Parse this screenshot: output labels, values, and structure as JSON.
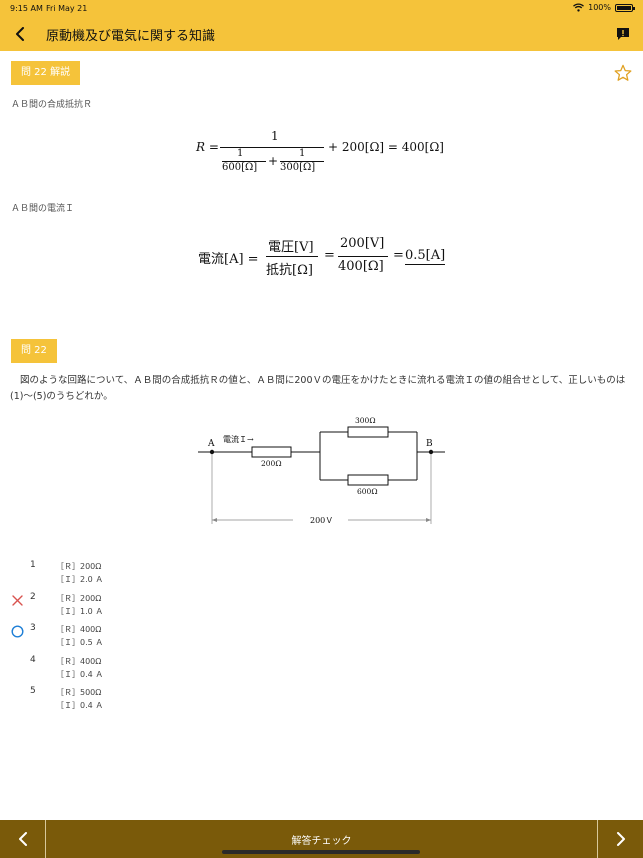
{
  "status": {
    "time": "9:15 AM",
    "date": "Fri May 21",
    "battery": "100%"
  },
  "nav": {
    "title": "原動機及び電気に関する知識"
  },
  "explanation": {
    "tag": "問 22 解説",
    "resistance_heading": "ＡＢ間の合成抵抗Ｒ",
    "current_heading": "ＡＢ間の電流Ｉ",
    "eq1": {
      "lhs": "R =",
      "num": "1",
      "sub1_num": "1",
      "sub1_den": "600[Ω]",
      "plus": "+",
      "sub2_num": "1",
      "sub2_den": "300[Ω]",
      "tail": "+ 200[Ω] = 400[Ω]"
    },
    "eq2": {
      "lhs": "電流[A] =",
      "f1_num": "電圧[V]",
      "f1_den": "抵抗[Ω]",
      "eq": "=",
      "f2_num": "200[V]",
      "f2_den": "400[Ω]",
      "eq2": "=",
      "result": "0.5[A]"
    }
  },
  "question": {
    "tag": "問 22",
    "text": "図のような回路について、ＡＢ間の合成抵抗Ｒの値と、ＡＢ間に200Ｖの電圧をかけたときに流れる電流Ｉの値の組合せとして、正しいものは(1)〜(5)のうちどれか。"
  },
  "circuit": {
    "point_a": "A",
    "point_b": "B",
    "current_label": "電流Ｉ→",
    "r1": "200Ω",
    "r2": "300Ω",
    "r3": "600Ω",
    "voltage": "200Ｖ"
  },
  "choices": [
    {
      "num": "1",
      "r": "［Ｒ］200Ω",
      "i": "［Ｉ］2.0 Ａ",
      "mark": ""
    },
    {
      "num": "2",
      "r": "［Ｒ］200Ω",
      "i": "［Ｉ］1.0 Ａ",
      "mark": "cross-icon"
    },
    {
      "num": "3",
      "r": "［Ｒ］400Ω",
      "i": "［Ｉ］0.5 Ａ",
      "mark": "circle-icon"
    },
    {
      "num": "4",
      "r": "［Ｒ］400Ω",
      "i": "［Ｉ］0.4 Ａ",
      "mark": ""
    },
    {
      "num": "5",
      "r": "［Ｒ］500Ω",
      "i": "［Ｉ］0.4 Ａ",
      "mark": ""
    }
  ],
  "bottom": {
    "check_label": "解答チェック"
  },
  "colors": {
    "accent": "#f5c33a",
    "bottom_bar": "#7a5a0a",
    "wrong": "#d9534f",
    "correct": "#1f7fd6"
  }
}
